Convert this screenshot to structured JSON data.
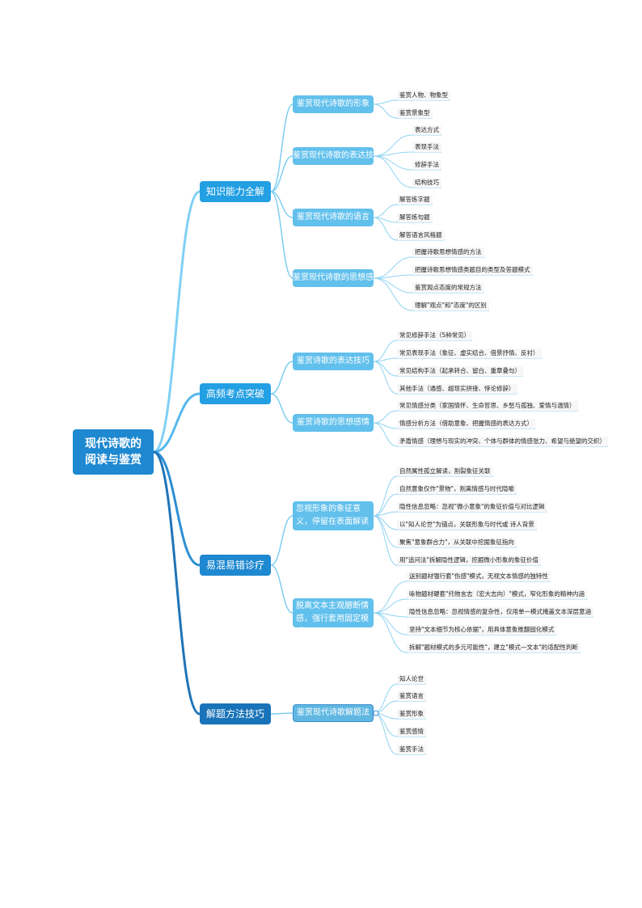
{
  "root": {
    "label": "现代诗歌的\n阅读与鉴赏"
  },
  "branches": [
    {
      "label": "知识能力全解",
      "color": "#239fe3",
      "children": [
        {
          "label": "鉴赏现代诗歌的形象",
          "leaves": [
            "鉴赏人物、物象型",
            "鉴赏景象型"
          ]
        },
        {
          "label": "鉴赏现代诗歌的表达技巧",
          "leaves": [
            "表达方式",
            "表现手法",
            "修辞手法",
            "结构技巧"
          ]
        },
        {
          "label": "鉴赏现代诗歌的语言",
          "leaves": [
            "解答炼字题",
            "解答炼句题",
            "解答语言风格题"
          ]
        },
        {
          "label": "鉴赏现代诗歌的思想感情",
          "leaves": [
            "把握诗歌思想情感的方法",
            "把握诗歌思想情感类题目的类型及答题模式",
            "鉴赏观点态度的常规方法",
            "理解\"观点\"和\"态度\"的区别"
          ]
        }
      ]
    },
    {
      "label": "高频考点突破",
      "color": "#239fe3",
      "children": [
        {
          "label": "鉴赏诗歌的表达技巧",
          "leaves": [
            "常见修辞手法（5种常见）",
            "常见表现手法（象征、虚实结合、借景抒情、反衬）",
            "常见结构手法（起承转合、留白、重章叠句）",
            "其他手法（通感、超现实拼接、悖论修辞）"
          ]
        },
        {
          "label": "鉴赏诗歌的思想感情",
          "leaves": [
            "常见情感分类（家国情怀、生命哲思、乡愁与孤独、爱情与温情）",
            "情感分析方法（借助意象、把握情感的表达方式）",
            "矛盾情感（理想与现实的冲突、个体与群体的情感张力、希望与绝望的交织）"
          ]
        }
      ]
    },
    {
      "label": "易混易错诊疗",
      "color": "#1e88d0",
      "children": [
        {
          "label": "忽视形象的象征意义，停留在表面解读",
          "tall": true,
          "leaves": [
            "自然属性孤立解读，割裂象征关联",
            "自然意象仅作\"景物\"，割离情感与时代隐喻",
            "隐性信息忽略：忽视\"微小意象\"的象征价值与对比逻辑",
            "以\"知人论世\"为锚点，关联形象与时代或 诗人背景",
            "聚焦\"意象群合力\"，从关联中挖掘象征指向",
            "用\"追问法\"拆解隐性逻辑，挖掘微小形象的象征价值"
          ]
        },
        {
          "label": "脱离文本主观臆断情感，强行套用固定模式",
          "tall": true,
          "leaves": [
            "送别题材强行套\"伤感\"模式，无视文本情感的独特性",
            "咏物题材硬套\"托物言志（宏大志向）\"模式，窄化形象的精神内涵",
            "隐性信息忽略：忽视情感的复杂性，仅用单一模式掩盖文本深层意涵",
            "坚持\"文本细节为核心依据\"，用具体意象推翻固化模式",
            "拆解\"题材模式的多元可能性\"，建立\"模式—文本\"的适配性判断"
          ]
        }
      ]
    },
    {
      "label": "解题方法技巧",
      "color": "#1973b8",
      "children": [
        {
          "label": "鉴赏现代诗歌解题法",
          "outline": true,
          "leaves": [
            "知人论世",
            "鉴赏语言",
            "鉴赏形象",
            "鉴赏感情",
            "鉴赏手法"
          ]
        }
      ]
    }
  ],
  "colors": {
    "root": "#1e88d0",
    "level2": "#62c0ec"
  }
}
